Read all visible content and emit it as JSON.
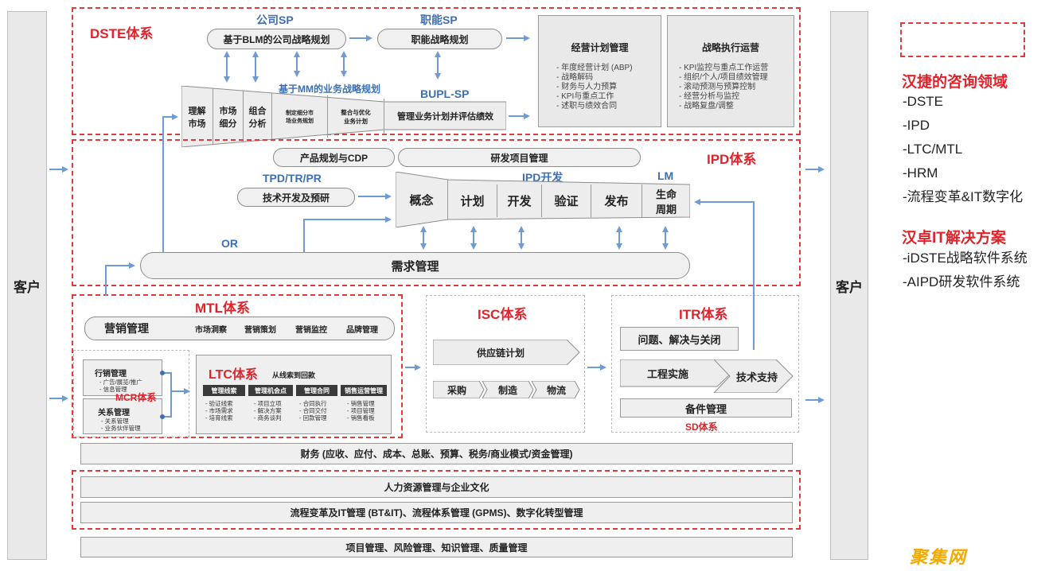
{
  "customer_left": "客户",
  "customer_right": "客户",
  "dste": {
    "title": "DSTE体系",
    "company_sp": "公司SP",
    "function_sp": "职能SP",
    "blm": "基于BLM的公司战略规划",
    "func_plan": "职能战略规划",
    "mm_title": "基于MM的业务战略规划",
    "bupl": "BUPL-SP",
    "funnel": [
      "理解\n市场",
      "市场\n细分",
      "组合\n分析",
      "制定细分市\n场业务规划",
      "整合与优化\n业务计划",
      "管理业务计划并评估绩效"
    ],
    "plan_mgmt": {
      "title": "经营计划管理",
      "items": [
        "年度经营计划 (ABP)",
        "战略解码",
        "财务与人力预算",
        "KPI与重点工作",
        "述职与绩效合同"
      ]
    },
    "exec_ops": {
      "title": "战略执行运营",
      "items": [
        "KPI监控与重点工作运营",
        "组织/个人/项目绩效管理",
        "滚动预测与预算控制",
        "经营分析与监控",
        "战略复盘/调整"
      ]
    }
  },
  "ipd": {
    "title": "IPD体系",
    "product_plan": "产品规划与CDP",
    "rd_project": "研发项目管理",
    "tpd": "TPD/TR/PR",
    "tech_dev": "技术开发及预研",
    "ipd_dev": "IPD开发",
    "lm": "LM",
    "stages": [
      "概念",
      "计划",
      "开发",
      "验证",
      "发布",
      "生命\n周期"
    ],
    "or": "OR",
    "req_mgmt": "需求管理"
  },
  "mtl": {
    "title": "MTL体系",
    "marketing": "营销管理",
    "items": [
      "市场洞察",
      "营销策划",
      "营销监控",
      "品牌管理"
    ]
  },
  "mcr": {
    "title": "MCR体系",
    "box1_title": "行销管理",
    "box1_items": [
      "广告/展览/推广",
      "信息管理"
    ],
    "box2_title": "关系管理",
    "box2_items": [
      "关系管理",
      "业务伙伴管理"
    ]
  },
  "ltc": {
    "title": "LTC体系",
    "subtitle": "从线索到回款",
    "cols": [
      {
        "head": "管理线索",
        "items": [
          "验证线索",
          "市场需求",
          "培育线索"
        ]
      },
      {
        "head": "管理机会点",
        "items": [
          "项目立项",
          "解决方案",
          "商务谈判"
        ]
      },
      {
        "head": "管理合同",
        "items": [
          "合同执行",
          "合同交付",
          "回款管理"
        ]
      },
      {
        "head": "销售运营管理",
        "items": [
          "销售管理",
          "项目管理",
          "销售看板"
        ]
      }
    ]
  },
  "isc": {
    "title": "ISC体系",
    "plan": "供应链计划",
    "steps": [
      "采购",
      "制造",
      "物流"
    ]
  },
  "itr": {
    "title": "ITR体系",
    "issue": "问题、解决与关闭",
    "eng": "工程实施",
    "tech": "技术支持",
    "spare": "备件管理",
    "sd": "SD体系"
  },
  "bottom": {
    "finance": "财务 (应收、应付、成本、总账、预算、税务/商业模式/资金管理)",
    "hr": "人力资源管理与企业文化",
    "process": "流程变革及IT管理 (BT&IT)、流程体系管理 (GPMS)、数字化转型管理",
    "project": "项目管理、风险管理、知识管理、质量管理"
  },
  "sidebar": {
    "title1": "汉捷的咨询领域",
    "list1": [
      "-DSTE",
      "-IPD",
      "-LTC/MTL",
      "-HRM",
      "-流程变革&IT数字化"
    ],
    "title2": "汉卓IT解决方案",
    "list2": [
      "-iDSTE战略软件系统",
      "-AIPD研发软件系统"
    ],
    "logo": "聚集网"
  },
  "colors": {
    "red": "#e0232a",
    "blue": "#3c6fb3",
    "arrow": "#6f9bd1"
  }
}
